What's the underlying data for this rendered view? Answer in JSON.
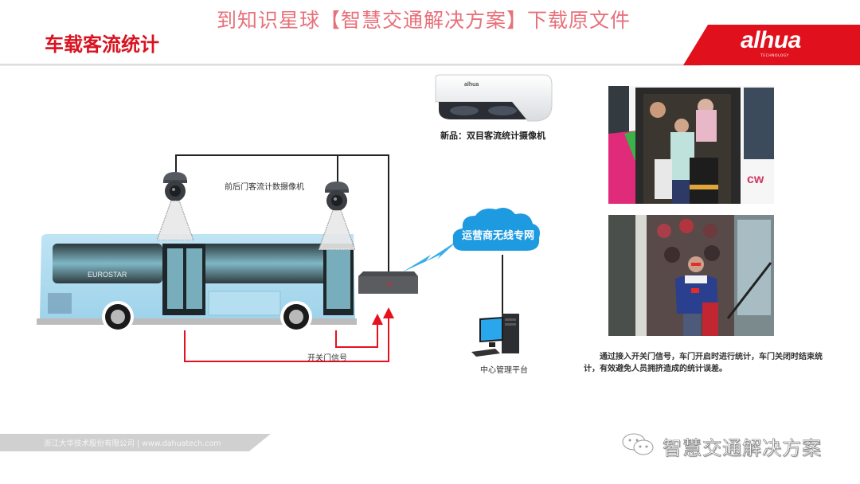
{
  "watermark": "到知识星球【智慧交通解决方案】下载原文件",
  "header": {
    "title": "车载客流统计",
    "logo": {
      "brand": "alhua",
      "tagline": "TECHNOLOGY",
      "band_color": "#e0101c"
    }
  },
  "title_color": "#d9121f",
  "product": {
    "caption": "新品：双目客流统计摄像机",
    "icon": "binocular-camera"
  },
  "diagram": {
    "camera_label": "前后门客流计数摄像机",
    "vehicle_brand": "EUROSTAR",
    "network_label": "运营商无线专网",
    "signal_label": "开关门信号",
    "platform_label": "中心管理平台",
    "colors": {
      "wire": "#222222",
      "signal_wire": "#e8101c",
      "cloud": "#1e9be0",
      "bus": "#a9d9ef"
    }
  },
  "photos": [
    {
      "name": "crowded-bus-door-photo",
      "alt": "Crowded bus front door"
    },
    {
      "name": "passengers-boarding-photo",
      "alt": "Passengers pushing to board"
    }
  ],
  "description": "通过接入开关门信号，车门开启时进行统计，车门关闭时结束统计，有效避免人员拥挤造成的统计误差。",
  "footer": {
    "company": "浙江大华技术股份有限公司  |  www.dahuatech.com",
    "wechat_account": "智慧交通解决方案"
  }
}
